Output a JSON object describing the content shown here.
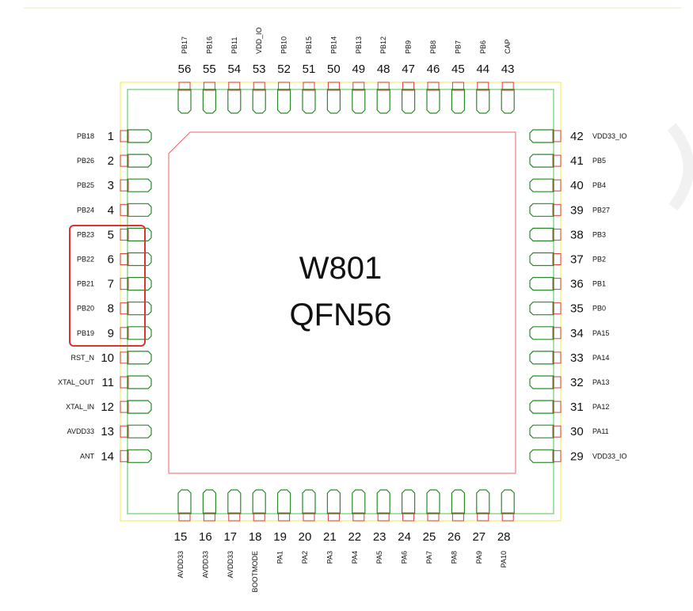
{
  "chip": {
    "name": "W801",
    "package": "QFN56"
  },
  "colors": {
    "outline_yellow": "#f3f06e",
    "outline_green": "#77d477",
    "pad_red": "#e03b3b",
    "pad_green": "#2a8a2a",
    "highlight_red": "#dd3333",
    "text": "#111111"
  },
  "pins": {
    "left": [
      {
        "num": "1",
        "name": "PB18"
      },
      {
        "num": "2",
        "name": "PB26"
      },
      {
        "num": "3",
        "name": "PB25"
      },
      {
        "num": "4",
        "name": "PB24"
      },
      {
        "num": "5",
        "name": "PB23"
      },
      {
        "num": "6",
        "name": "PB22"
      },
      {
        "num": "7",
        "name": "PB21"
      },
      {
        "num": "8",
        "name": "PB20"
      },
      {
        "num": "9",
        "name": "PB19"
      },
      {
        "num": "10",
        "name": "RST_N"
      },
      {
        "num": "11",
        "name": "XTAL_OUT"
      },
      {
        "num": "12",
        "name": "XTAL_IN"
      },
      {
        "num": "13",
        "name": "AVDD33"
      },
      {
        "num": "14",
        "name": "ANT"
      }
    ],
    "bottom": [
      {
        "num": "15",
        "name": "AVDD33"
      },
      {
        "num": "16",
        "name": "AVDD33"
      },
      {
        "num": "17",
        "name": "AVDD33"
      },
      {
        "num": "18",
        "name": "BOOTMODE"
      },
      {
        "num": "19",
        "name": "PA1"
      },
      {
        "num": "20",
        "name": "PA2"
      },
      {
        "num": "21",
        "name": "PA3"
      },
      {
        "num": "22",
        "name": "PA4"
      },
      {
        "num": "23",
        "name": "PA5"
      },
      {
        "num": "24",
        "name": "PA6"
      },
      {
        "num": "25",
        "name": "PA7"
      },
      {
        "num": "26",
        "name": "PA8"
      },
      {
        "num": "27",
        "name": "PA9"
      },
      {
        "num": "28",
        "name": "PA10"
      }
    ],
    "right": [
      {
        "num": "29",
        "name": "VDD33_IO"
      },
      {
        "num": "30",
        "name": "PA11"
      },
      {
        "num": "31",
        "name": "PA12"
      },
      {
        "num": "32",
        "name": "PA13"
      },
      {
        "num": "33",
        "name": "PA14"
      },
      {
        "num": "34",
        "name": "PA15"
      },
      {
        "num": "35",
        "name": "PB0"
      },
      {
        "num": "36",
        "name": "PB1"
      },
      {
        "num": "37",
        "name": "PB2"
      },
      {
        "num": "38",
        "name": "PB3"
      },
      {
        "num": "39",
        "name": "PB27"
      },
      {
        "num": "40",
        "name": "PB4"
      },
      {
        "num": "41",
        "name": "PB5"
      },
      {
        "num": "42",
        "name": "VDD33_IO"
      }
    ],
    "top": [
      {
        "num": "43",
        "name": "CAP"
      },
      {
        "num": "44",
        "name": "PB6"
      },
      {
        "num": "45",
        "name": "PB7"
      },
      {
        "num": "46",
        "name": "PB8"
      },
      {
        "num": "47",
        "name": "PB9"
      },
      {
        "num": "48",
        "name": "PB12"
      },
      {
        "num": "49",
        "name": "PB13"
      },
      {
        "num": "50",
        "name": "PB14"
      },
      {
        "num": "51",
        "name": "PB15"
      },
      {
        "num": "52",
        "name": "PB10"
      },
      {
        "num": "53",
        "name": "VDD_IO"
      },
      {
        "num": "54",
        "name": "PB11"
      },
      {
        "num": "55",
        "name": "PB16"
      },
      {
        "num": "56",
        "name": "PB17"
      }
    ]
  },
  "highlight": {
    "pins": [
      "5",
      "6",
      "7",
      "8",
      "9"
    ]
  }
}
